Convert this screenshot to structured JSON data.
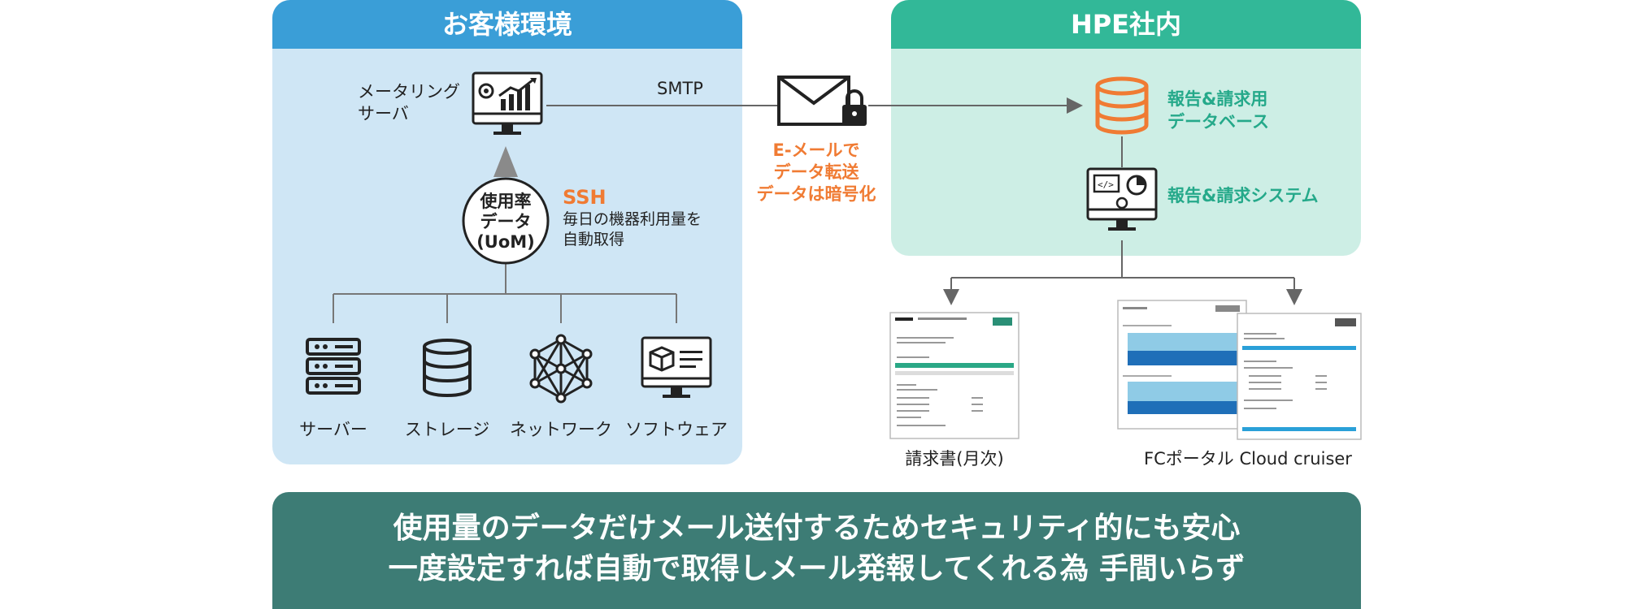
{
  "customer_env": {
    "title": "お客様環境",
    "metering_server": [
      "メータリング",
      "サーバ"
    ],
    "uom": [
      "使用率",
      "データ",
      "(UoM)"
    ],
    "ssh_title": "SSH",
    "ssh_desc": [
      "毎日の機器利用量を",
      "自動取得"
    ],
    "devices": [
      {
        "label": "サーバー",
        "icon": "server-rack-icon"
      },
      {
        "label": "ストレージ",
        "icon": "storage-database-icon"
      },
      {
        "label": "ネットワーク",
        "icon": "network-mesh-icon"
      },
      {
        "label": "ソフトウェア",
        "icon": "software-monitor-icon"
      }
    ]
  },
  "transfer": {
    "protocol": "SMTP",
    "email_note": [
      "E-メールで",
      "データ転送",
      "データは暗号化"
    ]
  },
  "hpe_internal": {
    "title": "HPE社内",
    "database": [
      "報告&請求用",
      "データベース"
    ],
    "system": "報告&請求システム"
  },
  "outputs": {
    "invoice": "請求書(月次)",
    "portal": "FCポータル Cloud cruiser"
  },
  "banner": {
    "line1": "使用量のデータだけメール送付するためセキュリティ的にも安心",
    "line2": "一度設定すれば自動で取得しメール発報してくれる為 手間いらず"
  },
  "colors": {
    "left_header": "#3a9ed7",
    "right_header": "#32b898",
    "accent_orange": "#f07b33",
    "accent_green": "#25a98a",
    "banner": "#3d7c75"
  }
}
